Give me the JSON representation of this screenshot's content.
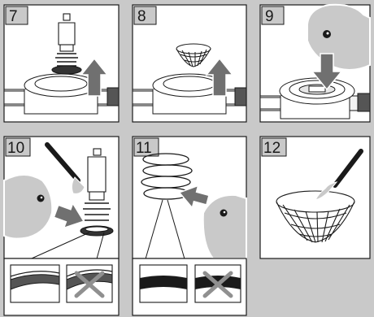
{
  "steps": [
    {
      "number": "7"
    },
    {
      "number": "8"
    },
    {
      "number": "9"
    },
    {
      "number": "10"
    },
    {
      "number": "11"
    },
    {
      "number": "12"
    }
  ],
  "colors": {
    "background": "#c9c9c9",
    "panel": "#ffffff",
    "label_box": "#c9c9c9",
    "line": "#1a1a1a",
    "arrow": "#707070",
    "wrong_mark": "#909090"
  },
  "icons": [
    "up-arrow-icon",
    "down-arrow-icon",
    "bird-head-icon",
    "brush-icon",
    "cross-icon"
  ]
}
